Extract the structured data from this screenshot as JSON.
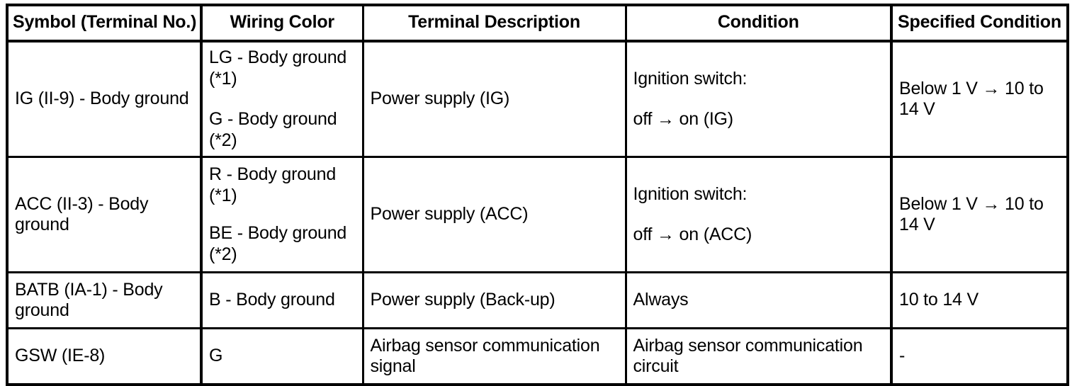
{
  "table": {
    "name": "terminal-specification-table",
    "columns": [
      "Symbol (Terminal No.)",
      "Wiring Color",
      "Terminal Description",
      "Condition",
      "Specified Condition"
    ],
    "rows": [
      {
        "symbol": "IG (II-9) - Body ground",
        "wiring_color_line1": "LG - Body ground (*1)",
        "wiring_color_line2": "G - Body ground (*2)",
        "terminal_description": "Power supply (IG)",
        "condition_line1": "Ignition switch:",
        "condition_line2": "off → on (IG)",
        "specified_condition": "Below 1 V → 10 to 14 V"
      },
      {
        "symbol": "ACC (II-3) - Body ground",
        "wiring_color_line1": "R - Body ground (*1)",
        "wiring_color_line2": "BE - Body ground (*2)",
        "terminal_description": "Power supply (ACC)",
        "condition_line1": "Ignition switch:",
        "condition_line2": "off → on (ACC)",
        "specified_condition": "Below 1 V → 10 to 14 V"
      },
      {
        "symbol": "BATB (IA-1) - Body ground",
        "wiring_color_line1": "B - Body ground",
        "wiring_color_line2": "",
        "terminal_description": "Power supply (Back-up)",
        "condition_line1": "Always",
        "condition_line2": "",
        "specified_condition": "10 to 14 V"
      },
      {
        "symbol": "GSW (IE-8)",
        "wiring_color_line1": "G",
        "wiring_color_line2": "",
        "terminal_description": "Airbag sensor communication signal",
        "condition_line1": "Airbag sensor communication circuit",
        "condition_line2": "",
        "specified_condition": "-"
      }
    ]
  },
  "colors": {
    "border": "#000000",
    "text": "#000000",
    "background": "#ffffff"
  }
}
